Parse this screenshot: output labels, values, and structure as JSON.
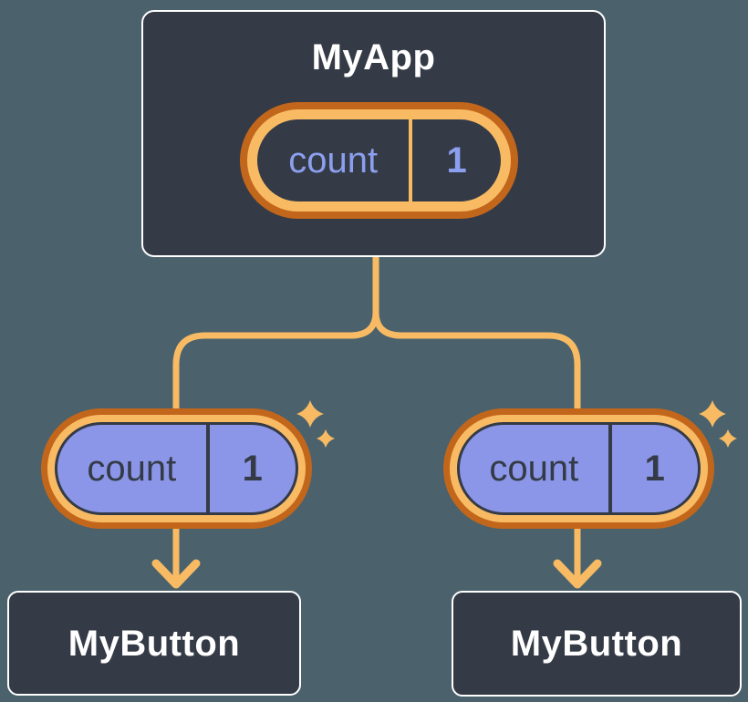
{
  "colors": {
    "background": "#4B626C",
    "component_fill": "#343A46",
    "component_border": "#FFFFFF",
    "orange_dark": "#C2661B",
    "orange_light": "#F8BB64",
    "purple": "#8B96E8",
    "lavender_text": "#8C9FEE",
    "dark_text": "#343A46",
    "white_text": "#FFFFFF"
  },
  "icons": {
    "sparkle": "✦"
  },
  "diagram": {
    "root": {
      "title": "MyApp",
      "state_pill": {
        "label": "count",
        "value": "1"
      }
    },
    "children": [
      {
        "title": "MyButton",
        "prop_pill": {
          "label": "count",
          "value": "1"
        }
      },
      {
        "title": "MyButton",
        "prop_pill": {
          "label": "count",
          "value": "1"
        }
      }
    ]
  }
}
